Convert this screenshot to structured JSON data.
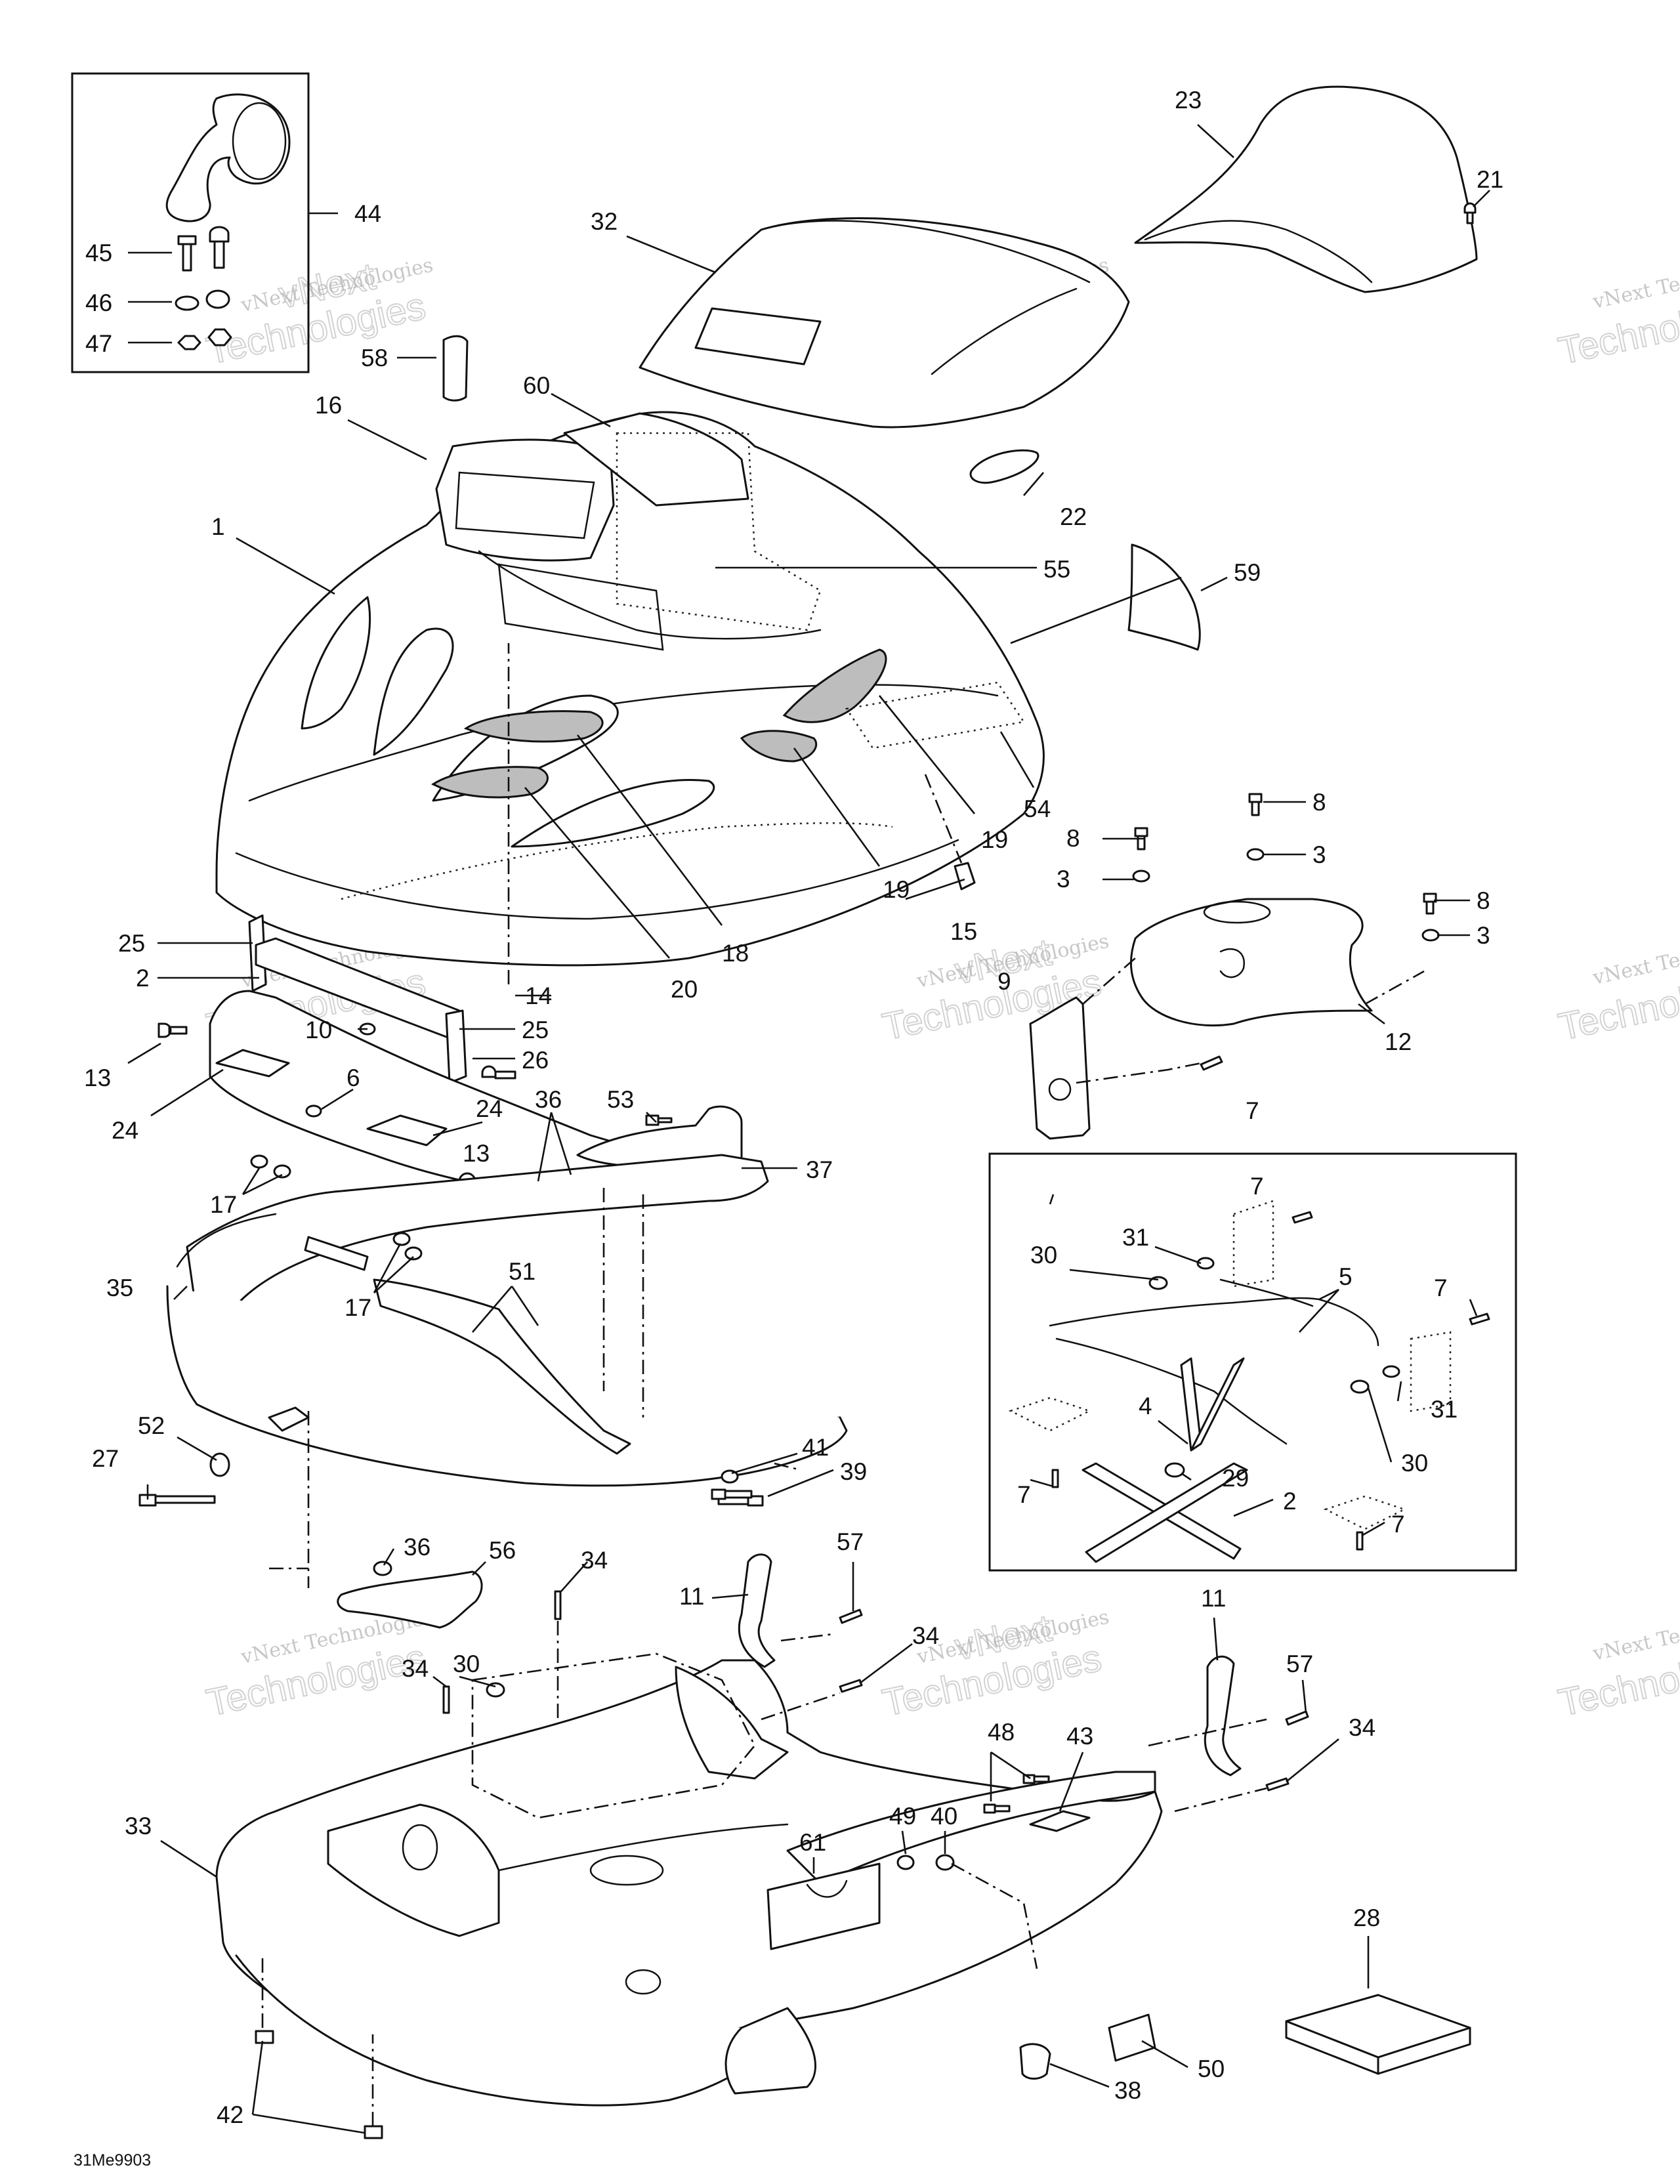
{
  "diagram": {
    "drawing_number": "31Me9903",
    "watermark": {
      "line1": "vNext Technologies",
      "line2": "Technologies",
      "line3": "vNext"
    },
    "callouts": [
      {
        "key": "c44",
        "label": "44"
      },
      {
        "key": "c45",
        "label": "45"
      },
      {
        "key": "c46",
        "label": "46"
      },
      {
        "key": "c47",
        "label": "47"
      },
      {
        "key": "c23",
        "label": "23"
      },
      {
        "key": "c21",
        "label": "21"
      },
      {
        "key": "c32",
        "label": "32"
      },
      {
        "key": "c58",
        "label": "58"
      },
      {
        "key": "c60",
        "label": "60"
      },
      {
        "key": "c16",
        "label": "16"
      },
      {
        "key": "c22",
        "label": "22"
      },
      {
        "key": "c1",
        "label": "1"
      },
      {
        "key": "c55",
        "label": "55"
      },
      {
        "key": "c59",
        "label": "59"
      },
      {
        "key": "c54",
        "label": "54"
      },
      {
        "key": "c19a",
        "label": "19"
      },
      {
        "key": "c19b",
        "label": "19"
      },
      {
        "key": "c8a",
        "label": "8"
      },
      {
        "key": "c8b",
        "label": "8"
      },
      {
        "key": "c3a",
        "label": "3"
      },
      {
        "key": "c3b",
        "label": "3"
      },
      {
        "key": "c8c",
        "label": "8"
      },
      {
        "key": "c3c",
        "label": "3"
      },
      {
        "key": "c15",
        "label": "15"
      },
      {
        "key": "c18",
        "label": "18"
      },
      {
        "key": "c20",
        "label": "20"
      },
      {
        "key": "c25a",
        "label": "25"
      },
      {
        "key": "c2a",
        "label": "2"
      },
      {
        "key": "c14",
        "label": "14"
      },
      {
        "key": "c9",
        "label": "9"
      },
      {
        "key": "c12",
        "label": "12"
      },
      {
        "key": "c10",
        "label": "10"
      },
      {
        "key": "c25b",
        "label": "25"
      },
      {
        "key": "c26",
        "label": "26"
      },
      {
        "key": "c13a",
        "label": "13"
      },
      {
        "key": "c6",
        "label": "6"
      },
      {
        "key": "c24a",
        "label": "24"
      },
      {
        "key": "c24b",
        "label": "24"
      },
      {
        "key": "c7a",
        "label": "7"
      },
      {
        "key": "c53",
        "label": "53"
      },
      {
        "key": "c36a",
        "label": "36"
      },
      {
        "key": "c13b",
        "label": "13"
      },
      {
        "key": "c37",
        "label": "37"
      },
      {
        "key": "c17a",
        "label": "17"
      },
      {
        "key": "c7b",
        "label": "7"
      },
      {
        "key": "c31a",
        "label": "31"
      },
      {
        "key": "c30a",
        "label": "30"
      },
      {
        "key": "c5",
        "label": "5"
      },
      {
        "key": "c7c",
        "label": "7"
      },
      {
        "key": "c35",
        "label": "35"
      },
      {
        "key": "c51",
        "label": "51"
      },
      {
        "key": "c17b",
        "label": "17"
      },
      {
        "key": "c4",
        "label": "4"
      },
      {
        "key": "c31b",
        "label": "31"
      },
      {
        "key": "c30b",
        "label": "30"
      },
      {
        "key": "c29",
        "label": "29"
      },
      {
        "key": "c2b",
        "label": "2"
      },
      {
        "key": "c7d",
        "label": "7"
      },
      {
        "key": "c7e",
        "label": "7"
      },
      {
        "key": "c52",
        "label": "52"
      },
      {
        "key": "c41",
        "label": "41"
      },
      {
        "key": "c39",
        "label": "39"
      },
      {
        "key": "c27",
        "label": "27"
      },
      {
        "key": "c36b",
        "label": "36"
      },
      {
        "key": "c56",
        "label": "56"
      },
      {
        "key": "c34a",
        "label": "34"
      },
      {
        "key": "c57a",
        "label": "57"
      },
      {
        "key": "c11a",
        "label": "11"
      },
      {
        "key": "c34b",
        "label": "34"
      },
      {
        "key": "c11b",
        "label": "11"
      },
      {
        "key": "c34c",
        "label": "34"
      },
      {
        "key": "c30c",
        "label": "30"
      },
      {
        "key": "c57b",
        "label": "57"
      },
      {
        "key": "c48",
        "label": "48"
      },
      {
        "key": "c43",
        "label": "43"
      },
      {
        "key": "c34d",
        "label": "34"
      },
      {
        "key": "c33",
        "label": "33"
      },
      {
        "key": "c49",
        "label": "49"
      },
      {
        "key": "c40",
        "label": "40"
      },
      {
        "key": "c61",
        "label": "61"
      },
      {
        "key": "c28",
        "label": "28"
      },
      {
        "key": "c50",
        "label": "50"
      },
      {
        "key": "c38",
        "label": "38"
      },
      {
        "key": "c42",
        "label": "42"
      }
    ]
  }
}
